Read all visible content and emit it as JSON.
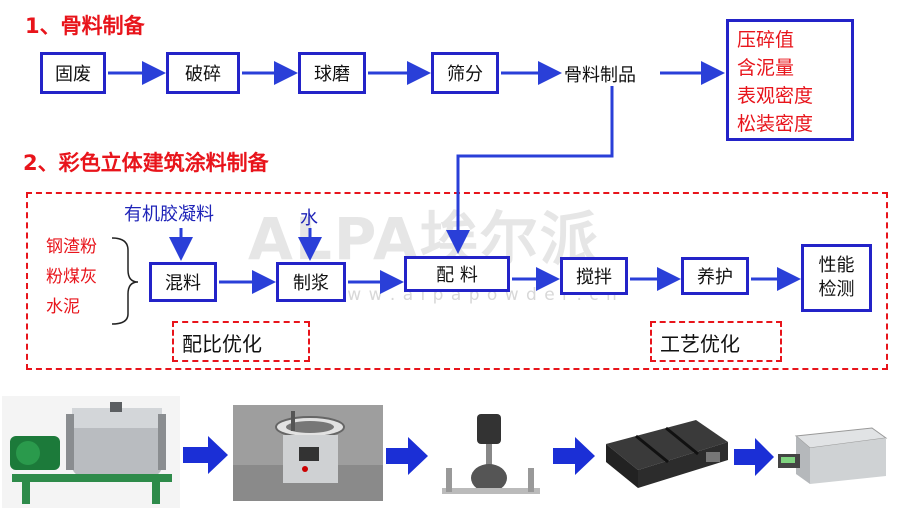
{
  "section1": {
    "title": "1、骨料制备",
    "steps": [
      "固废",
      "破碎",
      "球磨",
      "筛分"
    ],
    "product": "骨料制品",
    "properties": [
      "压碎值",
      "含泥量",
      "表观密度",
      "松装密度"
    ]
  },
  "section2": {
    "title": "2、彩色立体建筑涂料制备",
    "raw_materials": [
      "钢渣粉",
      "粉煤灰",
      "水泥"
    ],
    "organic_binder": "有机胶凝料",
    "water": "水",
    "steps": [
      "混料",
      "制浆",
      "配 料",
      "搅拌",
      "养护",
      "性能检测"
    ],
    "opt_left": "配比优化",
    "opt_right": "工艺优化"
  },
  "watermark": {
    "brand": "ALPA埃尔派",
    "url": "w w w . a l p a p o w d e r . c n"
  },
  "equipment": [
    "ball-mill",
    "sieve-shaker",
    "mixer",
    "mold",
    "curing-box"
  ],
  "colors": {
    "accent_red": "#e8141b",
    "box_blue": "#2323c8",
    "arrow_blue": "#2a3fd8"
  }
}
